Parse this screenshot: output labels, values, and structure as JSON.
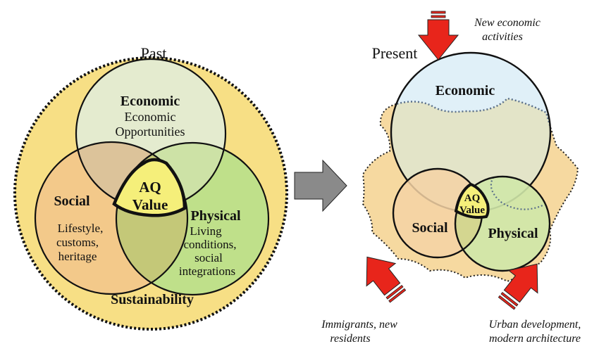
{
  "past": {
    "title": "Past",
    "economic": {
      "title": "Economic",
      "line1": "Economic",
      "line2": "Opportunities"
    },
    "social": {
      "title": "Social",
      "line1": "Lifestyle,",
      "line2": "customs,",
      "line3": "heritage"
    },
    "physical": {
      "title": "Physical",
      "line1": "Living",
      "line2": "conditions,",
      "line3": "social",
      "line4": "integrations"
    },
    "aq": {
      "line1": "AQ",
      "line2": "Value"
    },
    "sustainability": "Sustainability"
  },
  "present": {
    "title": "Present",
    "economic": "Economic",
    "social": "Social",
    "physical": "Physical",
    "aq": {
      "line1": "AQ",
      "line2": "Value"
    }
  },
  "pressures": {
    "top": {
      "line1": "New economic",
      "line2": "activities"
    },
    "left": {
      "line1": "Immigrants, new",
      "line2": "residents"
    },
    "right": {
      "line1": "Urban development,",
      "line2": "modern architecture"
    }
  },
  "colors": {
    "outer_ring": "#f7df85",
    "economic": "#e4ebcf",
    "social": "#f3c98a",
    "physical": "#bfe08a",
    "aq": "#f5ef7a",
    "present_economic": "#e0f0f8",
    "blob": "#f6d9a0",
    "arrow_red": "#e8251b",
    "arrow_grey": "#8a8a8a"
  }
}
